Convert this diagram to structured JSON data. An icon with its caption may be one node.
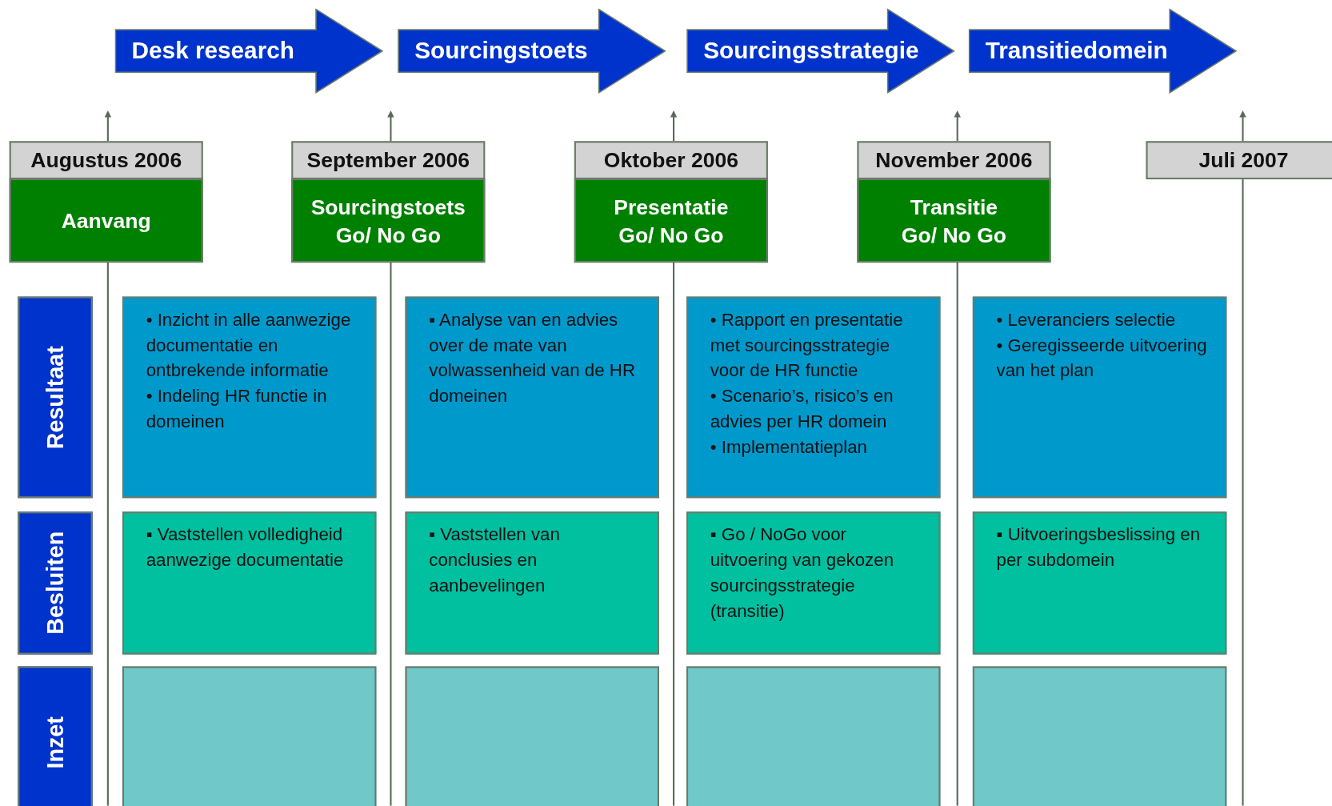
{
  "diagram": {
    "nodes": [
      {
        "text": [
          "Desk research"
        ]
      },
      {
        "text": [
          "Sourcingstoets"
        ]
      },
      {
        "text": [
          "Sourcingsstrategie"
        ]
      },
      {
        "text": [
          "Transitiedomein"
        ]
      },
      {
        "text": [
          "Augustus 2006"
        ]
      },
      {
        "text": [
          "Aanvang"
        ]
      },
      {
        "text": [
          "September 2006"
        ]
      },
      {
        "text": [
          "Sourcingstoets Go/ No Go"
        ]
      },
      {
        "text": [
          "Oktober 2006"
        ]
      },
      {
        "text": [
          "Presentatie Go/ No Go"
        ]
      },
      {
        "text": [
          "November 2006"
        ]
      },
      {
        "text": [
          "Transitie Go/ No Go"
        ]
      },
      {
        "text": [
          "Juli 2007"
        ]
      },
      {
        "text": [
          "Resultaat"
        ]
      },
      {
        "text": [
          "Besluiten"
        ]
      },
      {
        "text": [
          "Inzet"
        ]
      },
      {
        "text": [
          "• Inzicht in alle aanwezige documentatie en ontbrekende informatie",
          "• Indeling HR functie in domeinen"
        ]
      },
      {
        "text": [
          "▪ Analyse van en advies over de mate van volwassenheid van de HR domeinen"
        ]
      },
      {
        "text": [
          "• Rapport en presentatie met sourcingsstrategie voor de HR functie",
          "• Scenario’s, risico’s en advies per HR domein",
          "• Implementatieplan"
        ]
      },
      {
        "text": [
          "• Leveranciers selectie",
          "• Geregisseerde uitvoering van het plan"
        ]
      },
      {
        "text": [
          "▪ Vaststellen volledigheid aanwezige documentatie"
        ]
      },
      {
        "text": [
          "▪ Vaststellen van conclusies en aanbevelingen"
        ]
      },
      {
        "text": [
          "▪ Go / NoGo voor uitvoering van gekozen sourcingsstrategie (transitie)"
        ]
      },
      {
        "text": [
          "▪ Uitvoeringsbeslissing en per subdomein"
        ]
      },
      {
        "text": [],
        "shape": "box"
      },
      {
        "text": [],
        "shape": "box"
      },
      {
        "text": [],
        "shape": "box"
      },
      {
        "text": [],
        "shape": "box"
      }
    ],
    "edges": []
  }
}
